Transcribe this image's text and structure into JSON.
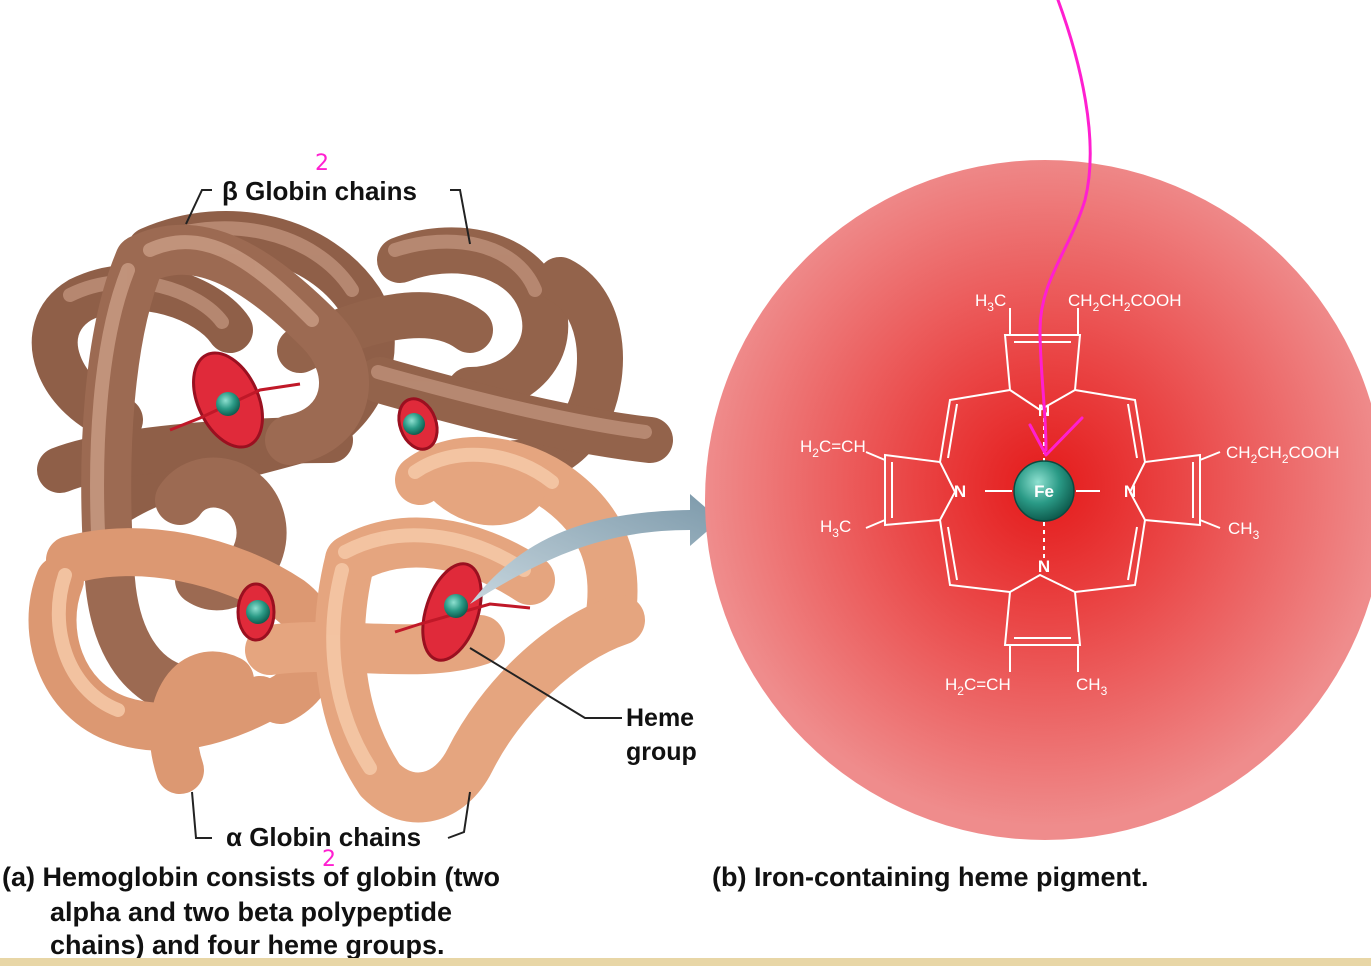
{
  "labels": {
    "beta_globin": "β Globin chains",
    "alpha_globin": "α Globin chains",
    "heme_group_line1": "Heme",
    "heme_group_line2": "group"
  },
  "captions": {
    "a_line1": "(a) Hemoglobin consists of globin (two",
    "a_line2": "alpha and two beta polypeptide",
    "a_line3": "chains) and four heme groups.",
    "b": "(b) Iron-containing heme pigment."
  },
  "heme_structure": {
    "center_atom": "Fe",
    "nitrogen": "N",
    "substituents": {
      "top_left": [
        "H",
        "3",
        "C"
      ],
      "top_right": [
        "CH",
        "2",
        "CH",
        "2",
        "COOH"
      ],
      "left_upper": [
        "H",
        "2",
        "C=CH"
      ],
      "left_lower": [
        "H",
        "3",
        "C"
      ],
      "right_upper": [
        "CH",
        "2",
        "CH",
        "2",
        "COOH"
      ],
      "right_lower": [
        "CH",
        "3"
      ],
      "bottom_left": [
        "H",
        "2",
        "C=CH"
      ],
      "bottom_right": [
        "CH",
        "3"
      ]
    }
  },
  "annotations": {
    "beta_count": "2",
    "alpha_count": "2"
  },
  "colors": {
    "beta_chain": "#a0705a",
    "alpha_chain": "#e8a67e",
    "heme_disc": "#e02a3a",
    "iron": "#2fa08c",
    "circle_outer": "#ec8a8a",
    "circle_center": "#e82020",
    "arrow": "#8fa9b8",
    "handwriting": "#ff1fd0",
    "bottom_bar": "#e8d6a6"
  }
}
